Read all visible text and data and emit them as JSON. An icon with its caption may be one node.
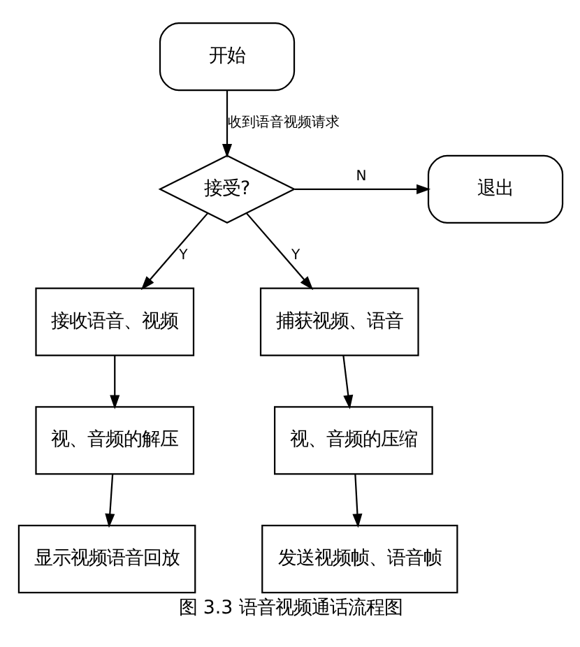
{
  "diagram": {
    "caption": "图 3.3 语音视频通话流程图",
    "nodes": [
      {
        "text": [
          "开始"
        ]
      },
      {
        "text": [
          "接受?"
        ]
      },
      {
        "text": [
          "退出"
        ]
      },
      {
        "text": [
          "接收语音、视频"
        ]
      },
      {
        "text": [
          "捕获视频、语音"
        ]
      },
      {
        "text": [
          "视、音频的解压"
        ]
      },
      {
        "text": [
          "视、音频的压缩"
        ]
      },
      {
        "text": [
          "显示视频语音回放"
        ]
      },
      {
        "text": [
          "发送视频帧、语音帧"
        ]
      }
    ],
    "edges": [
      {
        "from": 0,
        "to": 1,
        "arrow": "to",
        "label": "收到语音视频请求"
      },
      {
        "from": 1,
        "to": 2,
        "arrow": "to",
        "label": "N"
      },
      {
        "from": 1,
        "to": 3,
        "arrow": "to",
        "label": "Y"
      },
      {
        "from": 1,
        "to": 4,
        "arrow": "to",
        "label": "Y"
      },
      {
        "from": 3,
        "to": 5,
        "arrow": "to"
      },
      {
        "from": 4,
        "to": 6,
        "arrow": "to"
      },
      {
        "from": 5,
        "to": 7,
        "arrow": "to"
      },
      {
        "from": 6,
        "to": 8,
        "arrow": "to"
      }
    ]
  }
}
